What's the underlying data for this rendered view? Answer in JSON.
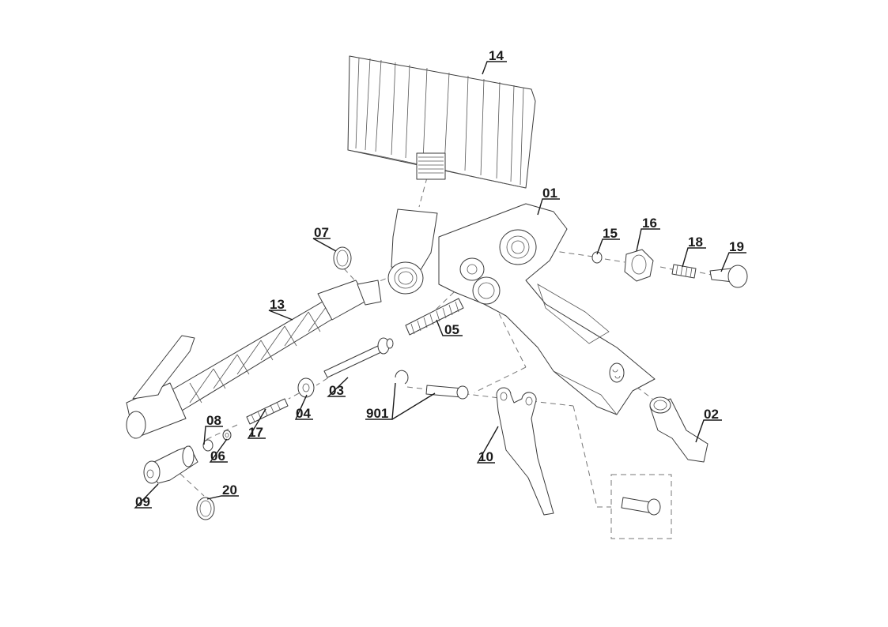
{
  "diagram": {
    "type": "exploded-parts-view",
    "subject": "air blow / tyre inflator gun",
    "labels": {
      "p01": "01",
      "p02": "02",
      "p03": "03",
      "p04": "04",
      "p05": "05",
      "p06": "06",
      "p07": "07",
      "p08": "08",
      "p09": "09",
      "p10": "10",
      "p13": "13",
      "p14": "14",
      "p15": "15",
      "p16": "16",
      "p17": "17",
      "p18": "18",
      "p19": "19",
      "p20": "20",
      "p901": "901"
    }
  }
}
